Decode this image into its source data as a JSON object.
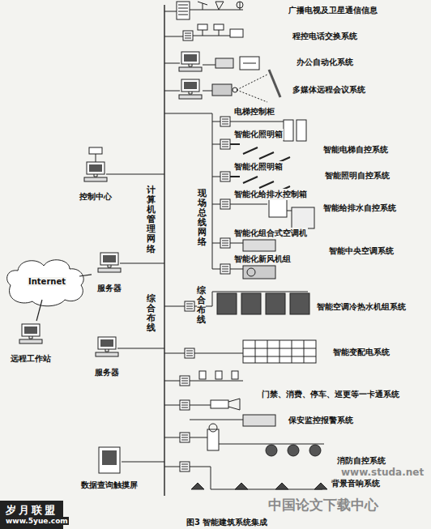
{
  "diagram": {
    "caption": "图3 智能建筑系统集成",
    "nodes": [
      {
        "text": [
          "控制中心"
        ]
      },
      {
        "text": [
          "服务器"
        ]
      },
      {
        "text": [
          "Internet"
        ]
      },
      {
        "text": [
          "远程工作站"
        ]
      },
      {
        "text": [
          "服务器"
        ]
      },
      {
        "text": [
          "数据查询触摸屏"
        ]
      }
    ],
    "edges": [
      {
        "from": 2,
        "to": 1,
        "arrow": "none"
      },
      {
        "from": 2,
        "to": 3,
        "arrow": "none"
      }
    ],
    "labels": [
      "广播电视及卫星通信信息",
      "程控电话交换系统",
      "办公自动化系统",
      "多媒体远程会议系统",
      "电梯控制柜",
      "智能化照明箱",
      "智能电梯自控系统",
      "智能化照明箱",
      "智能照明自控系统",
      "智能化给排水控制箱",
      "智能给排水自控系统",
      "智能化组合式空调机",
      "智能中央空调系统",
      "智能化新风机组",
      "智能空调冷热水机组系统",
      "智能变配电系统",
      "门禁、消费、停车、巡更等一卡通系统",
      "保安监控报警系统",
      "消防自控系统",
      "背景音响系统",
      "计算机管理网络",
      "现场总线网络",
      "综合布线",
      "综合布线",
      "www.studa.net",
      "中国论文下载中心",
      "岁月联盟",
      "www.5yue.com"
    ]
  }
}
